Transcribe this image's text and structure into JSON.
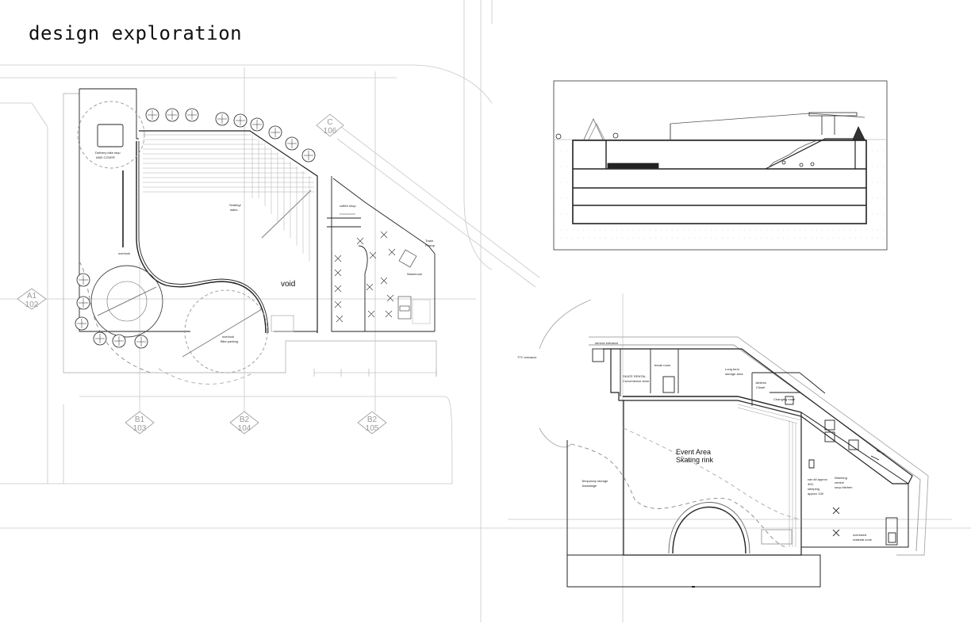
{
  "title": "design exploration",
  "grid_markers": {
    "a1": {
      "letter": "A1",
      "number": "102"
    },
    "b1": {
      "letter": "B1",
      "number": "103"
    },
    "b2a": {
      "letter": "B2",
      "number": "104"
    },
    "b2b": {
      "letter": "B2",
      "number": "105"
    },
    "c": {
      "letter": "C",
      "number": "106"
    }
  },
  "site_plan": {
    "delivery": "Delivery bike stop",
    "delivery2": "AND COVER",
    "overlook": "overlook",
    "seating": "Seating/",
    "seating2": "stairs",
    "coffee_shop": "coffee shop",
    "trash": "Trash",
    "trash2": "Pickup",
    "washroom": "Washroom",
    "void": "void",
    "overlook_bike": "overlook",
    "overlook_bike2": "Bike parking"
  },
  "lower_plan": {
    "service_entrance": "service entrance",
    "ttc_entrance": "TTC entrance",
    "skate_rental": "SKATE RENTAL",
    "skate_rental2": "Convenience store",
    "break_room": "break room",
    "long_term": "Long term",
    "long_term2": "storage area",
    "janitors": "Janitors",
    "janitors2": "Closet",
    "changing": "Changing room",
    "event_area": "Event Area",
    "skating_rink": "Skating rink",
    "temporary": "Temporary storage",
    "temporary2": "backstage",
    "seating_info": "can sit approx",
    "seating_info2": "300,",
    "seating_info3": "sleeping",
    "seating_info4": "approx 100",
    "warming": "Warming",
    "warming2": "centre/",
    "warming3": "soup kitchen",
    "oversized": "oversized",
    "oversized2": "material zone"
  }
}
